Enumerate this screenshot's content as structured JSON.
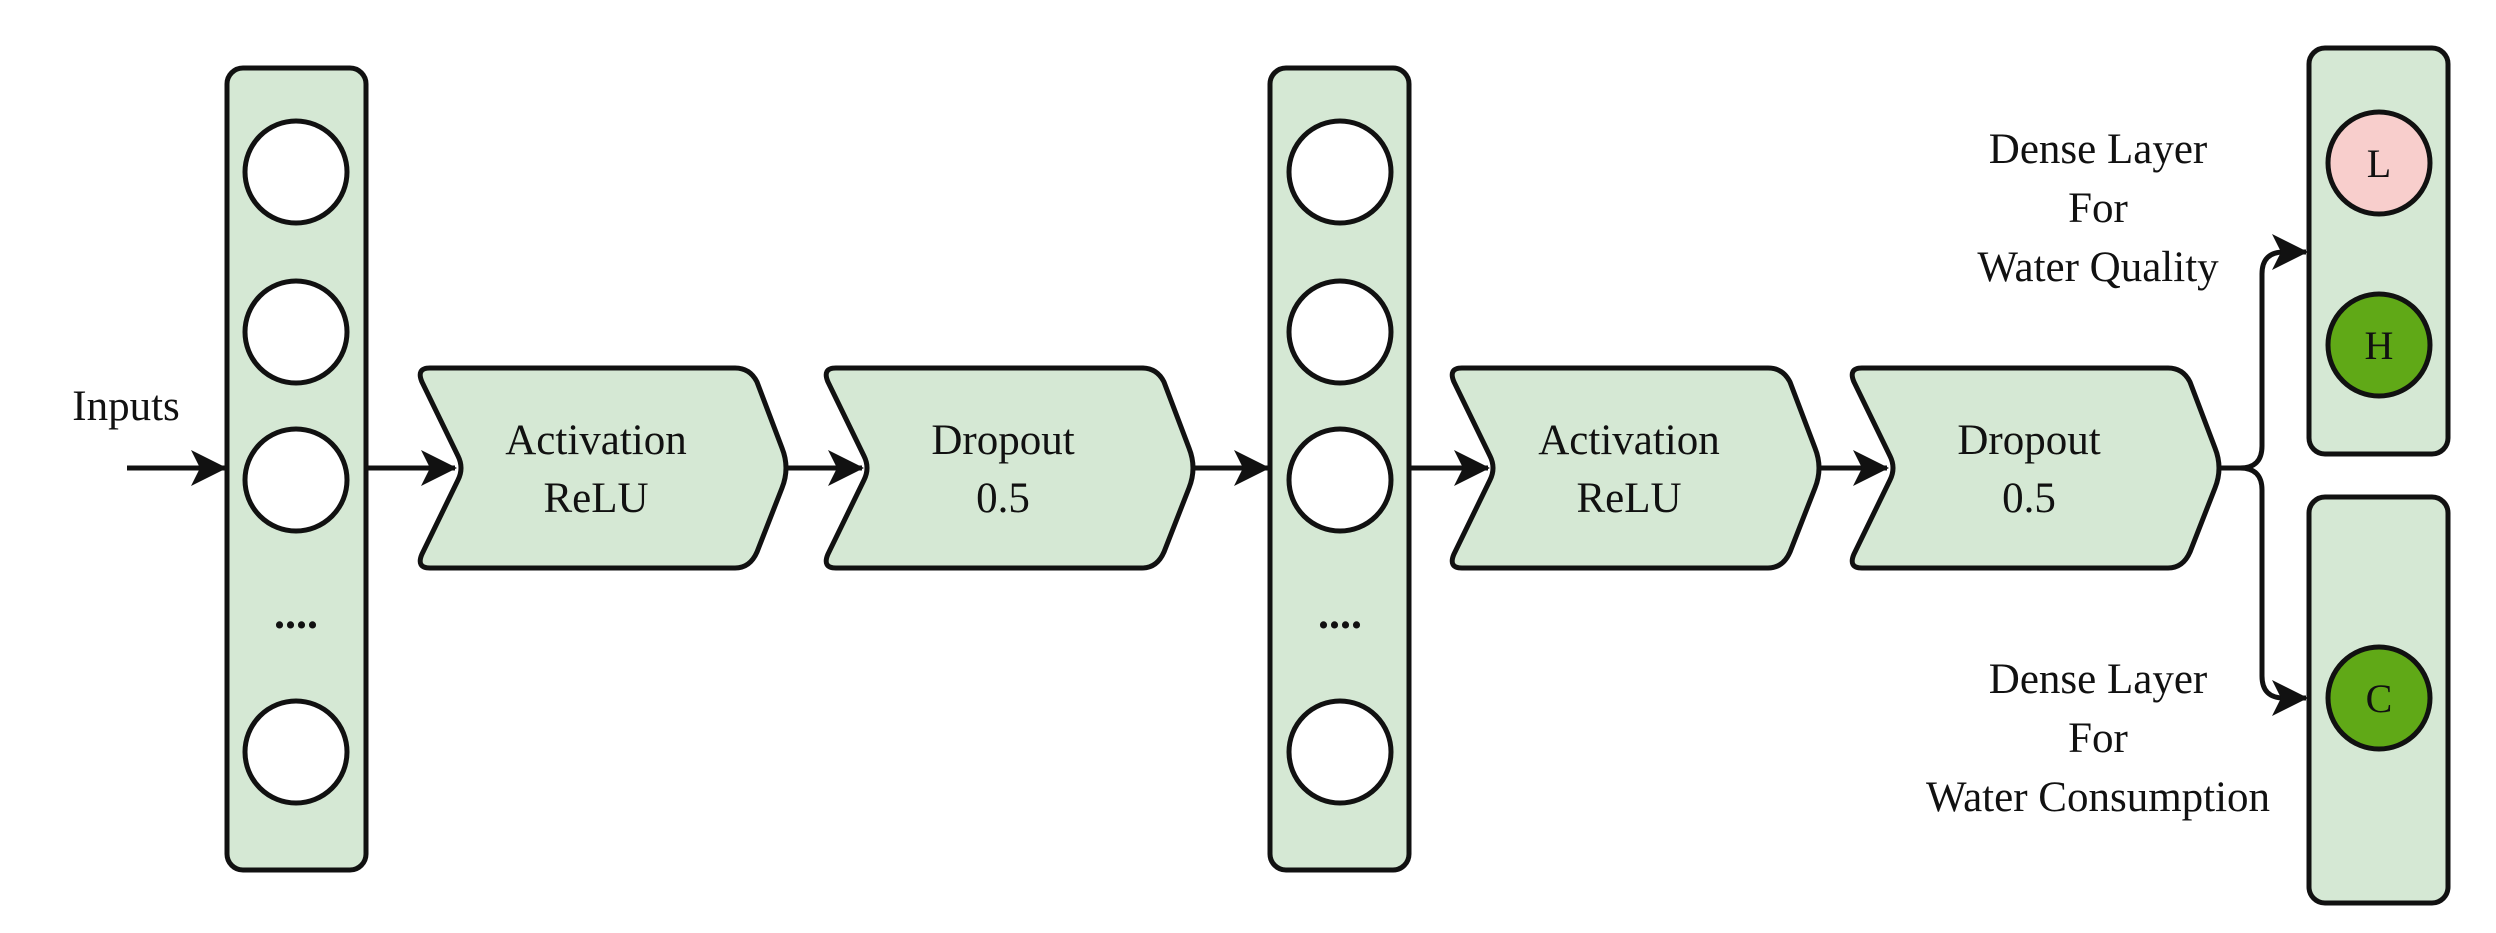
{
  "colors": {
    "panel_fill": "#d5e8d4",
    "stroke": "#111111",
    "node_low_fill": "#f8cecc",
    "node_high_fill": "#60a917",
    "node_default_fill": "#ffffff",
    "node_text_light": "#ffffff"
  },
  "inputs_label": "Inputs",
  "hidden_layer_1": {
    "ellipsis": "...."
  },
  "hidden_layer_2": {
    "ellipsis": "...."
  },
  "activation_1": {
    "line1": "Activation",
    "line2": "ReLU"
  },
  "dropout_1": {
    "line1": "Dropout",
    "line2": "0.5"
  },
  "activation_2": {
    "line1": "Activation",
    "line2": "ReLU"
  },
  "dropout_2": {
    "line1": "Dropout",
    "line2": "0.5"
  },
  "output_quality": {
    "label_lines": [
      "Dense Layer",
      "For",
      "Water Quality"
    ],
    "nodes": [
      "L",
      "H"
    ]
  },
  "output_consumption": {
    "label_lines": [
      "Dense Layer",
      "For",
      "Water Consumption"
    ],
    "nodes": [
      "C"
    ]
  }
}
